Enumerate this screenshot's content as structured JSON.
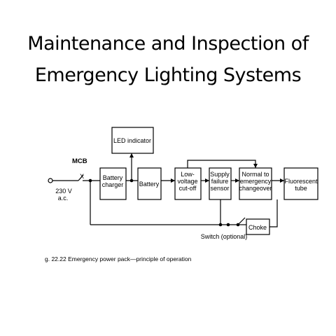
{
  "title": {
    "line1": "Maintenance and Inspection of",
    "line2": "Emergency Lighting Systems"
  },
  "diagram": {
    "led_indicator": "LED indicator",
    "mcb": "MCB",
    "mcb_x": "X",
    "supply": {
      "line1": "230 V",
      "line2": "a.c."
    },
    "battery_charger": {
      "line1": "Battery",
      "line2": "charger"
    },
    "battery": "Battery",
    "low_voltage_cutoff": {
      "line1": "Low-",
      "line2": "voltage",
      "line3": "cut-off"
    },
    "supply_failure_sensor": {
      "line1": "Supply",
      "line2": "failure",
      "line3": "sensor"
    },
    "changeover": {
      "line1": "Normal to",
      "line2": "emergency",
      "line3": "changeover"
    },
    "fluorescent_tube": {
      "line1": "Fluorescent",
      "line2": "tube"
    },
    "choke": "Choke",
    "switch": "Switch (optional)",
    "caption": "g. 22.22   Emergency power pack—principle of operation"
  }
}
